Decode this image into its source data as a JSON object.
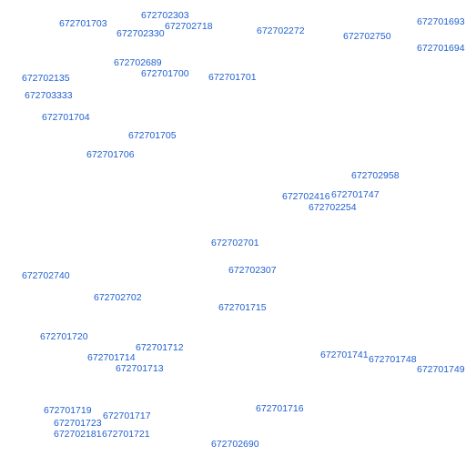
{
  "label_color": "#1f5fcf",
  "background_color": "#ffffff",
  "labels": [
    "672701703",
    "672702303",
    "672702718",
    "672702330",
    "672702272",
    "672702750",
    "672701693",
    "672701694",
    "672702689",
    "672701700",
    "672701701",
    "672702135",
    "672703333",
    "672701704",
    "672701705",
    "672701706",
    "672702958",
    "672702416",
    "672701747",
    "672702254",
    "672702701",
    "672702307",
    "672702740",
    "672702702",
    "672701715",
    "672701720",
    "672701712",
    "672701714",
    "672701713",
    "672701741",
    "672701748",
    "672701749",
    "672701716",
    "672701719",
    "672701717",
    "672701723",
    "672702181",
    "672701721",
    "672702690"
  ]
}
